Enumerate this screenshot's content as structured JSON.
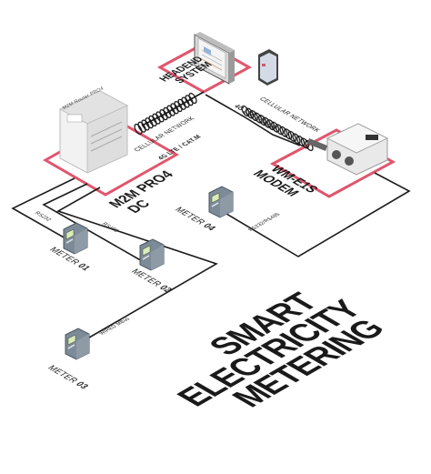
{
  "labels": {
    "headend": [
      "HEADEND",
      "SYSTEM"
    ],
    "dc": [
      "M2M PRO4",
      "DC"
    ],
    "modem": [
      "WM-E1S",
      "MODEM"
    ],
    "router_panel": "M2M Router PRO4",
    "cellular_left": [
      "CELLULAR NETWORK",
      "4G LTE / CAT.M"
    ],
    "cellular_right": [
      "CELLULAR NETWORK",
      "4G LTE / CAT.M"
    ],
    "rs232": "RS232",
    "rs485": "RS485",
    "rs232_rs485": "RS232/RS485",
    "wired_mbus": "WIRED MBus",
    "meter_word": "METER",
    "meter_ids": [
      "01",
      "02",
      "03",
      "04"
    ],
    "title": [
      "SMART",
      "ELECTRICITY",
      "METERING"
    ]
  },
  "colors": {
    "accent": "#e0566d",
    "line": "#1c1c1c",
    "text": "#1a1a1a",
    "meter_body": "#7d8b99",
    "meter_screen": "#d9ecb9"
  },
  "icons": [
    "headend-computer-icon",
    "router-icon",
    "modem-icon",
    "meter-icon",
    "coil-icon",
    "mobile-device-icon"
  ]
}
